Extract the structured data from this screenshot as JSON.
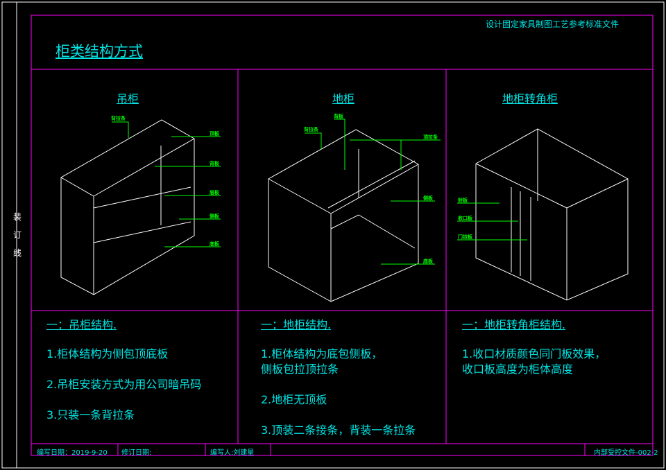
{
  "header": {
    "doc_title": "设计固定家具制图工艺参考标准文件",
    "title": "柜类结构方式"
  },
  "side_label": [
    "装",
    "订",
    "线"
  ],
  "panels": [
    {
      "title": "吊柜",
      "labels": [
        "背拉条",
        "顶板",
        "背板",
        "层板",
        "侧板",
        "底板"
      ],
      "section": "一：吊柜结构.",
      "notes": [
        "1.柜体结构为侧包顶底板",
        "2.吊柜安装方式为用公司暗吊码",
        "3.只装一条背拉条"
      ]
    },
    {
      "title": "地柜",
      "labels": [
        "背拉条",
        "背板",
        "顶拉条",
        "侧板",
        "底板"
      ],
      "section": "一：地柜结构.",
      "notes": [
        "1.柜体结构为底包侧板，",
        "侧板包拉顶拉条",
        "2.地柜无顶板",
        "3.顶装二条接条，背装一条拉条"
      ]
    },
    {
      "title": "地柜转角柜",
      "labels": [
        "封板",
        "收口板",
        "门铰板"
      ],
      "section": "一：地柜转角柜结构.",
      "notes": [
        "1.收口材质颜色同门板效果，",
        "收口板高度为柜体高度"
      ]
    }
  ],
  "footer": {
    "date": "编写日期：2019-9-20",
    "revised": "修订日期:",
    "author": "编写人:刘建星",
    "doc_no": "内部受控文件-002-2"
  },
  "colors": {
    "frame": "#ff00ff",
    "text": "#00e5e5",
    "leader": "#00ff00",
    "lines": "#ffffff"
  }
}
